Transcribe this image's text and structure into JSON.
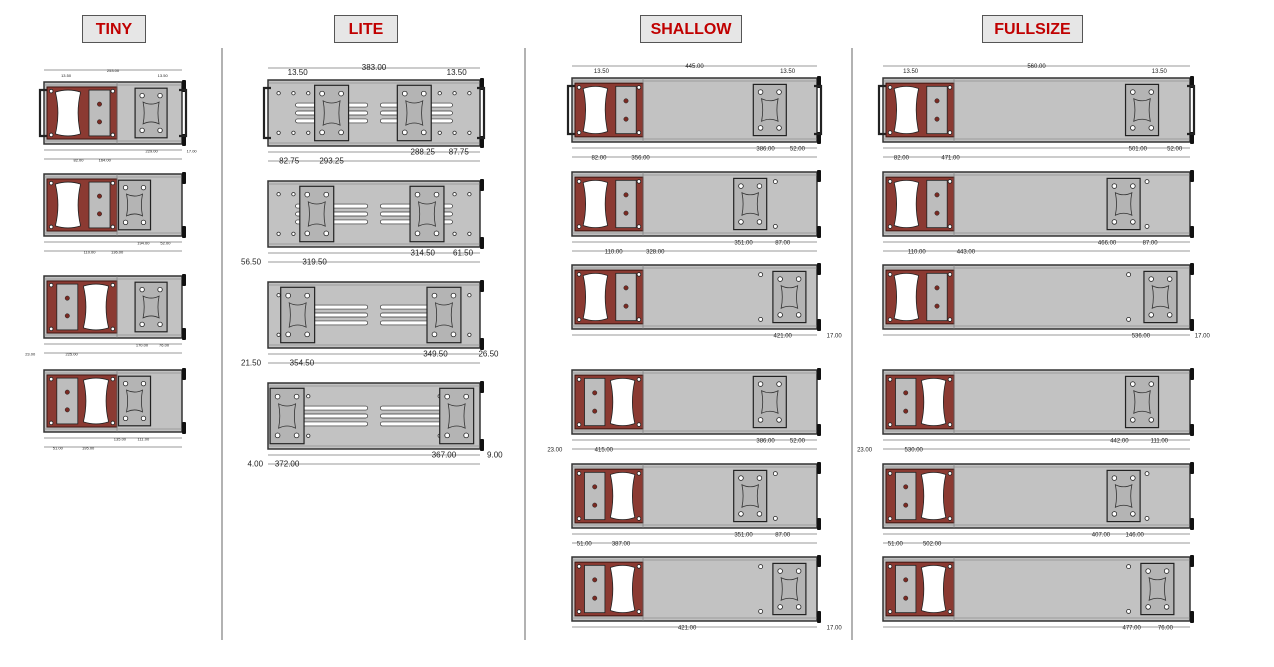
{
  "colors": {
    "title_text": "#c00000",
    "handle": "#8b3a32",
    "rail": "#c2c2c2",
    "plate": "#b4b4b4"
  },
  "columns": [
    {
      "title": "TINY",
      "rails": [
        {
          "top": [
            "253.00"
          ],
          "top2": [
            "13.50",
            "13.50"
          ],
          "row1": [
            "229.00",
            "17.00"
          ],
          "row2": [
            "82.00",
            "164.00"
          ]
        },
        {
          "top": [],
          "top2": [],
          "row1": [
            "194.00",
            "52.00"
          ],
          "row2": [
            "110.00",
            "136.00"
          ]
        },
        {
          "top": [],
          "top2": [],
          "row1": [
            "170.00",
            "76.00"
          ],
          "row2": [
            "23.00",
            "225.00"
          ]
        },
        {
          "top": [],
          "top2": [],
          "row1": [
            "135.00",
            "111.00"
          ],
          "row2": [
            "51.00",
            "195.00"
          ]
        }
      ]
    },
    {
      "title": "LITE",
      "rails": [
        {
          "top": [
            "383.00"
          ],
          "top2": [
            "13.50",
            "13.50"
          ],
          "row1": [
            "288.25",
            "87.75"
          ],
          "row2": [
            "82.75",
            "293.25"
          ]
        },
        {
          "top": [],
          "top2": [],
          "row1": [
            "314.50",
            "61.50"
          ],
          "row2": [
            "56.50",
            "319.50"
          ]
        },
        {
          "top": [],
          "top2": [],
          "row1": [
            "349.50",
            "26.50"
          ],
          "row2": [
            "21.50",
            "354.50"
          ]
        },
        {
          "top": [],
          "top2": [],
          "row1": [
            "367.00",
            "9.00"
          ],
          "row2": [
            "4.00",
            "372.00"
          ]
        }
      ]
    },
    {
      "title": "SHALLOW",
      "rails": [
        {
          "top": [
            "445.00"
          ],
          "top2": [
            "13.50",
            "13.50"
          ],
          "row1": [
            "386.00",
            "52.00"
          ],
          "row2": [
            "82.00",
            "356.00"
          ]
        },
        {
          "top": [],
          "top2": [],
          "row1": [
            "351.00",
            "87.00"
          ],
          "row2": [
            "110.00",
            "328.00"
          ]
        },
        {
          "top": [],
          "top2": [],
          "row1": [
            "421.00",
            "17.00"
          ],
          "row2": []
        },
        {
          "top": [],
          "top2": [],
          "row1": [
            "386.00",
            "52.00"
          ],
          "row2": [
            "23.00",
            "415.00"
          ]
        },
        {
          "top": [],
          "top2": [],
          "row1": [
            "351.00",
            "87.00"
          ],
          "row2": [
            "51.00",
            "387.00"
          ]
        },
        {
          "top": [],
          "top2": [],
          "row1": [
            "421.00",
            "17.00"
          ],
          "row2": []
        }
      ]
    },
    {
      "title": "FULLSIZE",
      "rails": [
        {
          "top": [
            "560.00"
          ],
          "top2": [
            "13.50",
            "13.50"
          ],
          "row1": [
            "501.00",
            "52.00"
          ],
          "row2": [
            "82.00",
            "471.00"
          ]
        },
        {
          "top": [],
          "top2": [],
          "row1": [
            "466.00",
            "87.00"
          ],
          "row2": [
            "110.00",
            "443.00"
          ]
        },
        {
          "top": [],
          "top2": [],
          "row1": [
            "536.00",
            "17.00"
          ],
          "row2": []
        },
        {
          "top": [],
          "top2": [],
          "row1": [
            "442.00",
            "111.00"
          ],
          "row2": [
            "23.00",
            "530.00"
          ]
        },
        {
          "top": [],
          "top2": [],
          "row1": [
            "407.00",
            "146.00"
          ],
          "row2": [
            "51.00",
            "502.00"
          ]
        },
        {
          "top": [],
          "top2": [],
          "row1": [
            "477.00",
            "76.00"
          ],
          "row2": []
        }
      ]
    }
  ]
}
